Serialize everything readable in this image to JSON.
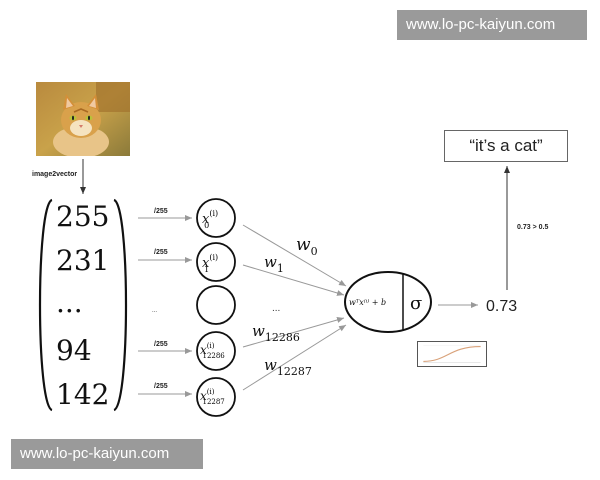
{
  "watermark": {
    "top": "www.lo-pc-kaiyun.com",
    "bottom": "www.lo-pc-kaiyun.com"
  },
  "input": {
    "step_label": "image2vector",
    "vector": [
      "255",
      "231",
      "...",
      "94",
      "142"
    ],
    "scale_label": "/255",
    "middle_dots": "...",
    "nodes": [
      {
        "base": "x",
        "sub": "0",
        "sup": "(i)"
      },
      {
        "base": "x",
        "sub": "1",
        "sup": "(i)"
      },
      {
        "base": "x",
        "sub": "12286",
        "sup": "(i)"
      },
      {
        "base": "x",
        "sub": "12287",
        "sup": "(i)"
      }
    ]
  },
  "weights": [
    {
      "base": "w",
      "sub": "0"
    },
    {
      "base": "w",
      "sub": "1"
    },
    {
      "base": "w",
      "sub": "12286"
    },
    {
      "base": "w",
      "sub": "12287"
    }
  ],
  "weight_dots": "...",
  "neuron": {
    "linear": "wᵀx⁽ⁱ⁾ + b",
    "activation": "σ"
  },
  "output": {
    "value": "0.73",
    "threshold": "0.73 > 0.5",
    "prediction": "“it’s a cat”"
  },
  "colors": {
    "arrow": "#999999",
    "watermark_bg": "#9a9a9a",
    "sigmoid_curve": "#d9a27a"
  }
}
